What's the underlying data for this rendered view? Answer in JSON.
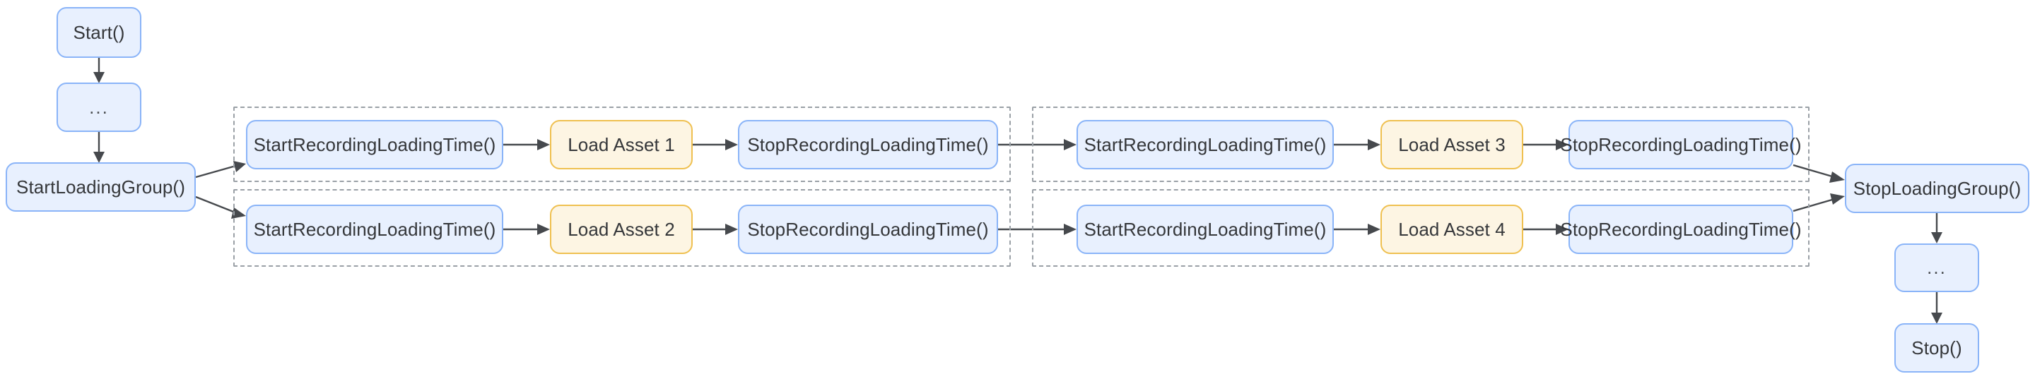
{
  "diagram": {
    "type": "flowchart",
    "title": "Asset loading group instrumentation flow",
    "orientation": "left-to-right",
    "colors": {
      "node_blue_fill": "#e8f0fe",
      "node_blue_border": "#8ab4f8",
      "node_amber_fill": "#fdf5e3",
      "node_amber_border": "#efc050",
      "group_border": "#9aa0a6",
      "edge": "#46494d",
      "text": "#35373a",
      "background": "#ffffff"
    }
  },
  "entry": {
    "start_node": "Start()",
    "ellipsis_node": "...",
    "start_loading_group": "StartLoadingGroup()"
  },
  "exit": {
    "stop_loading_group": "StopLoadingGroup()",
    "ellipsis_node": "...",
    "stop_node": "Stop()"
  },
  "labels": {
    "start_recording": "StartRecordingLoadingTime()",
    "stop_recording": "StopRecordingLoadingTime()"
  },
  "groups": [
    {
      "id": "group-1",
      "rows": [
        {
          "id": "group-1-row-1",
          "start_recording": "StartRecordingLoadingTime()",
          "asset": "Load Asset 1",
          "stop_recording": "StopRecordingLoadingTime()"
        },
        {
          "id": "group-1-row-2",
          "start_recording": "StartRecordingLoadingTime()",
          "asset": "Load Asset 2",
          "stop_recording": "StopRecordingLoadingTime()"
        }
      ]
    },
    {
      "id": "group-2",
      "rows": [
        {
          "id": "group-2-row-1",
          "start_recording": "StartRecordingLoadingTime()",
          "asset": "Load Asset 3",
          "stop_recording": "StopRecordingLoadingTime()"
        },
        {
          "id": "group-2-row-2",
          "start_recording": "StartRecordingLoadingTime()",
          "asset": "Load Asset 4",
          "stop_recording": "StopRecordingLoadingTime()"
        }
      ]
    }
  ]
}
